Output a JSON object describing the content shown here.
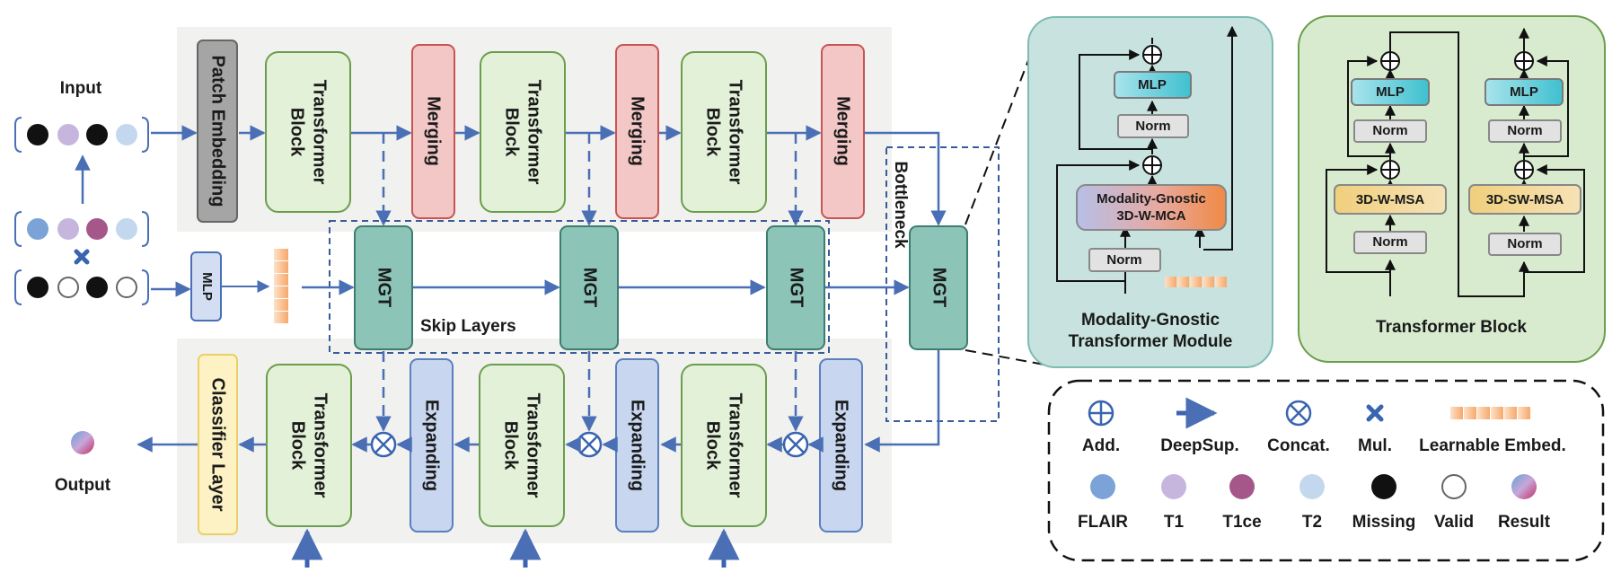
{
  "main": {
    "input_label": "Input",
    "output_label": "Output",
    "patch_embedding": "Patch Embedding",
    "transformer_block_line1": "Transformer",
    "transformer_block_line2": "Block",
    "merging": "Merging",
    "expanding": "Expanding",
    "mgt": "MGT",
    "mlp": "MLP",
    "skip_layers": "Skip  Layers",
    "bottleneck": "Bottleneck",
    "classifier_layer": "Classifier Layer"
  },
  "mgt_panel": {
    "mlp": "MLP",
    "norm": "Norm",
    "mca_line1": "Modality-Gnostic",
    "mca_line2": "3D-W-MCA",
    "title_line1": "Modality-Gnostic",
    "title_line2": "Transformer Module"
  },
  "tb_panel": {
    "mlp": "MLP",
    "norm": "Norm",
    "wmsa": "3D-W-MSA",
    "swmsa": "3D-SW-MSA",
    "title": "Transformer Block"
  },
  "legend": {
    "add": "Add.",
    "deepsup": "DeepSup.",
    "concat": "Concat.",
    "mul": "Mul.",
    "learnable": "Learnable Embed.",
    "flair": "FLAIR",
    "t1": "T1",
    "t1ce": "T1ce",
    "t2": "T2",
    "missing": "Missing",
    "valid": "Valid",
    "result": "Result"
  },
  "colors": {
    "flair": "#7ba3d8",
    "t1": "#c6b6dd",
    "t1ce": "#a6578a",
    "t2": "#c3d8ef",
    "missing": "#111111",
    "arrow": "#4a6fb5",
    "transformer_fill": "#e3f1d8",
    "merging_fill": "#f4c7c7",
    "expanding_fill": "#c8d6ef",
    "mgt_fill": "#8cc5b8"
  }
}
